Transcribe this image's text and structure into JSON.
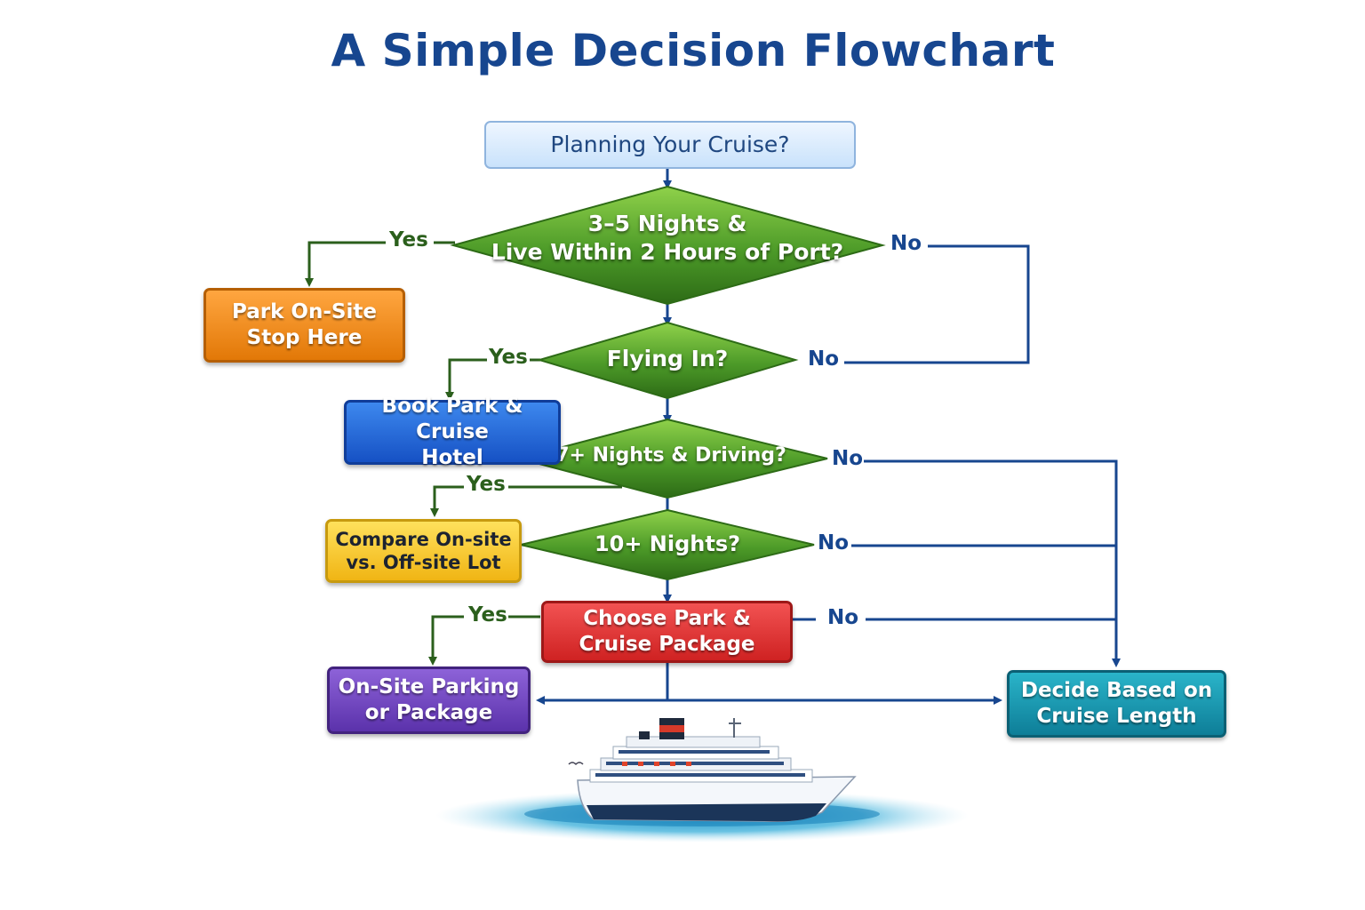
{
  "title": "A Simple Decision Flowchart",
  "start": "Planning Your Cruise?",
  "decisions": [
    {
      "line1": "3–5 Nights &",
      "line2": "Live Within 2 Hours of Port?"
    },
    {
      "line1": "Flying In?"
    },
    {
      "line1": "7+ Nights & Driving?"
    },
    {
      "line1": "10+ Nights?"
    }
  ],
  "actions": {
    "park_onsite": {
      "line1": "Park On-Site",
      "line2": "Stop Here"
    },
    "book_hotel": {
      "line1": "Book Park & Cruise",
      "line2": "Hotel"
    },
    "compare_lots": {
      "line1": "Compare On-site",
      "line2": "vs. Off-site Lot"
    },
    "choose_package": {
      "line1": "Choose Park &",
      "line2": "Cruise Package"
    },
    "onsite_or_package": {
      "line1": "On-Site Parking",
      "line2": "or Package"
    },
    "decide_length": {
      "line1": "Decide Based on",
      "line2": "Cruise Length"
    }
  },
  "labels": {
    "yes": "Yes",
    "no": "No"
  },
  "colors": {
    "title": "#17468f",
    "connector_blue": "#17468f",
    "connector_green": "#2b5f1c",
    "decision_green": "#4c9a28"
  },
  "icons": [
    "cruise-ship-icon",
    "ocean-wave-icon"
  ]
}
